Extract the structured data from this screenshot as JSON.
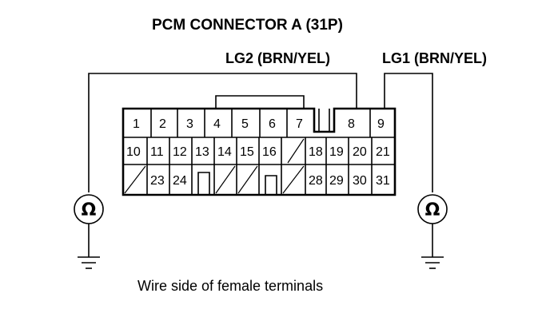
{
  "diagram": {
    "title": "PCM CONNECTOR A (31P)",
    "wire_labels": {
      "lg2": "LG2 (BRN/YEL)",
      "lg1": "LG1 (BRN/YEL)"
    },
    "caption": "Wire side of female terminals",
    "meter_symbol": "Ω",
    "connector": {
      "rows": [
        [
          "1",
          "2",
          "3",
          "4",
          "5",
          "6",
          "7",
          "",
          "8",
          "9"
        ],
        [
          "10",
          "11",
          "12",
          "13",
          "14",
          "15",
          "16",
          "",
          "18",
          "19",
          "20",
          "21"
        ],
        [
          "",
          "23",
          "24",
          "",
          "",
          "",
          "",
          "",
          "28",
          "29",
          "30",
          "31"
        ]
      ]
    }
  }
}
